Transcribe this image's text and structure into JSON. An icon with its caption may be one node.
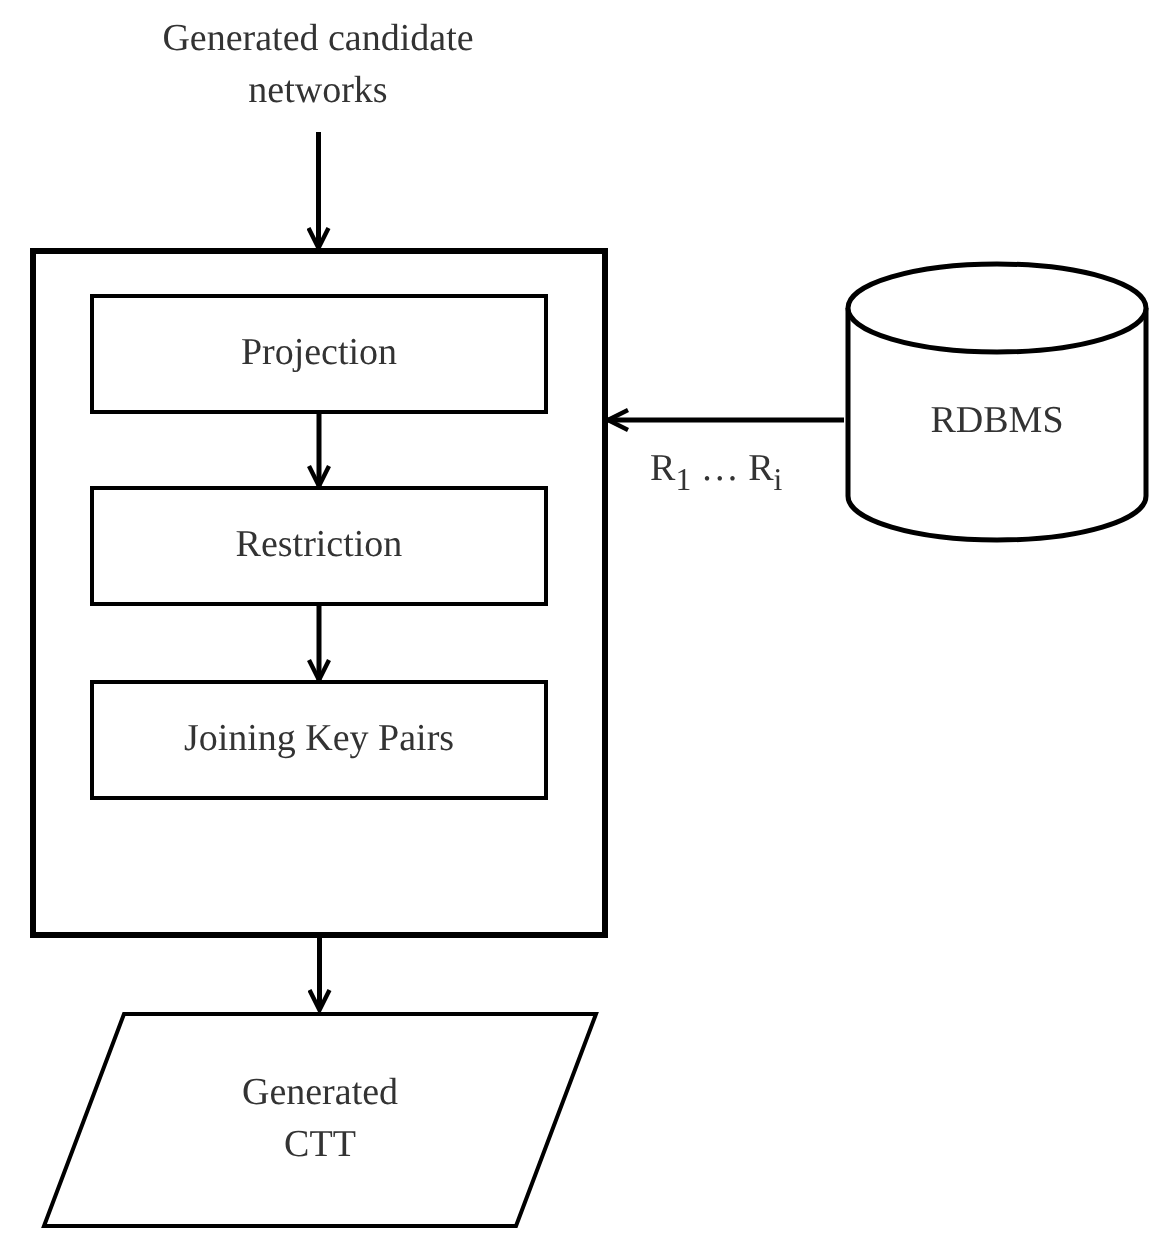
{
  "diagram": {
    "nodes": [
      {
        "text": [
          "Generated candidate networks"
        ]
      },
      {
        "text": [],
        "shape": "box"
      },
      {
        "text": [
          "Projection"
        ],
        "in": 1
      },
      {
        "text": [
          "Restriction"
        ],
        "in": 1
      },
      {
        "text": [
          "Joining Key Pairs"
        ],
        "in": 1
      },
      {
        "text": [
          "RDBMS"
        ]
      },
      {
        "text": [
          "Generated CTT"
        ]
      }
    ],
    "edges": [
      {
        "from": 0,
        "to": 1,
        "arrow": "to"
      },
      {
        "from": 2,
        "to": 3,
        "arrow": "to"
      },
      {
        "from": 3,
        "to": 4,
        "arrow": "to"
      },
      {
        "from": 5,
        "to": 1,
        "arrow": "to",
        "label": "R$_{1}$ … R$_{i}$"
      },
      {
        "from": 1,
        "to": 6,
        "arrow": "to"
      }
    ]
  }
}
